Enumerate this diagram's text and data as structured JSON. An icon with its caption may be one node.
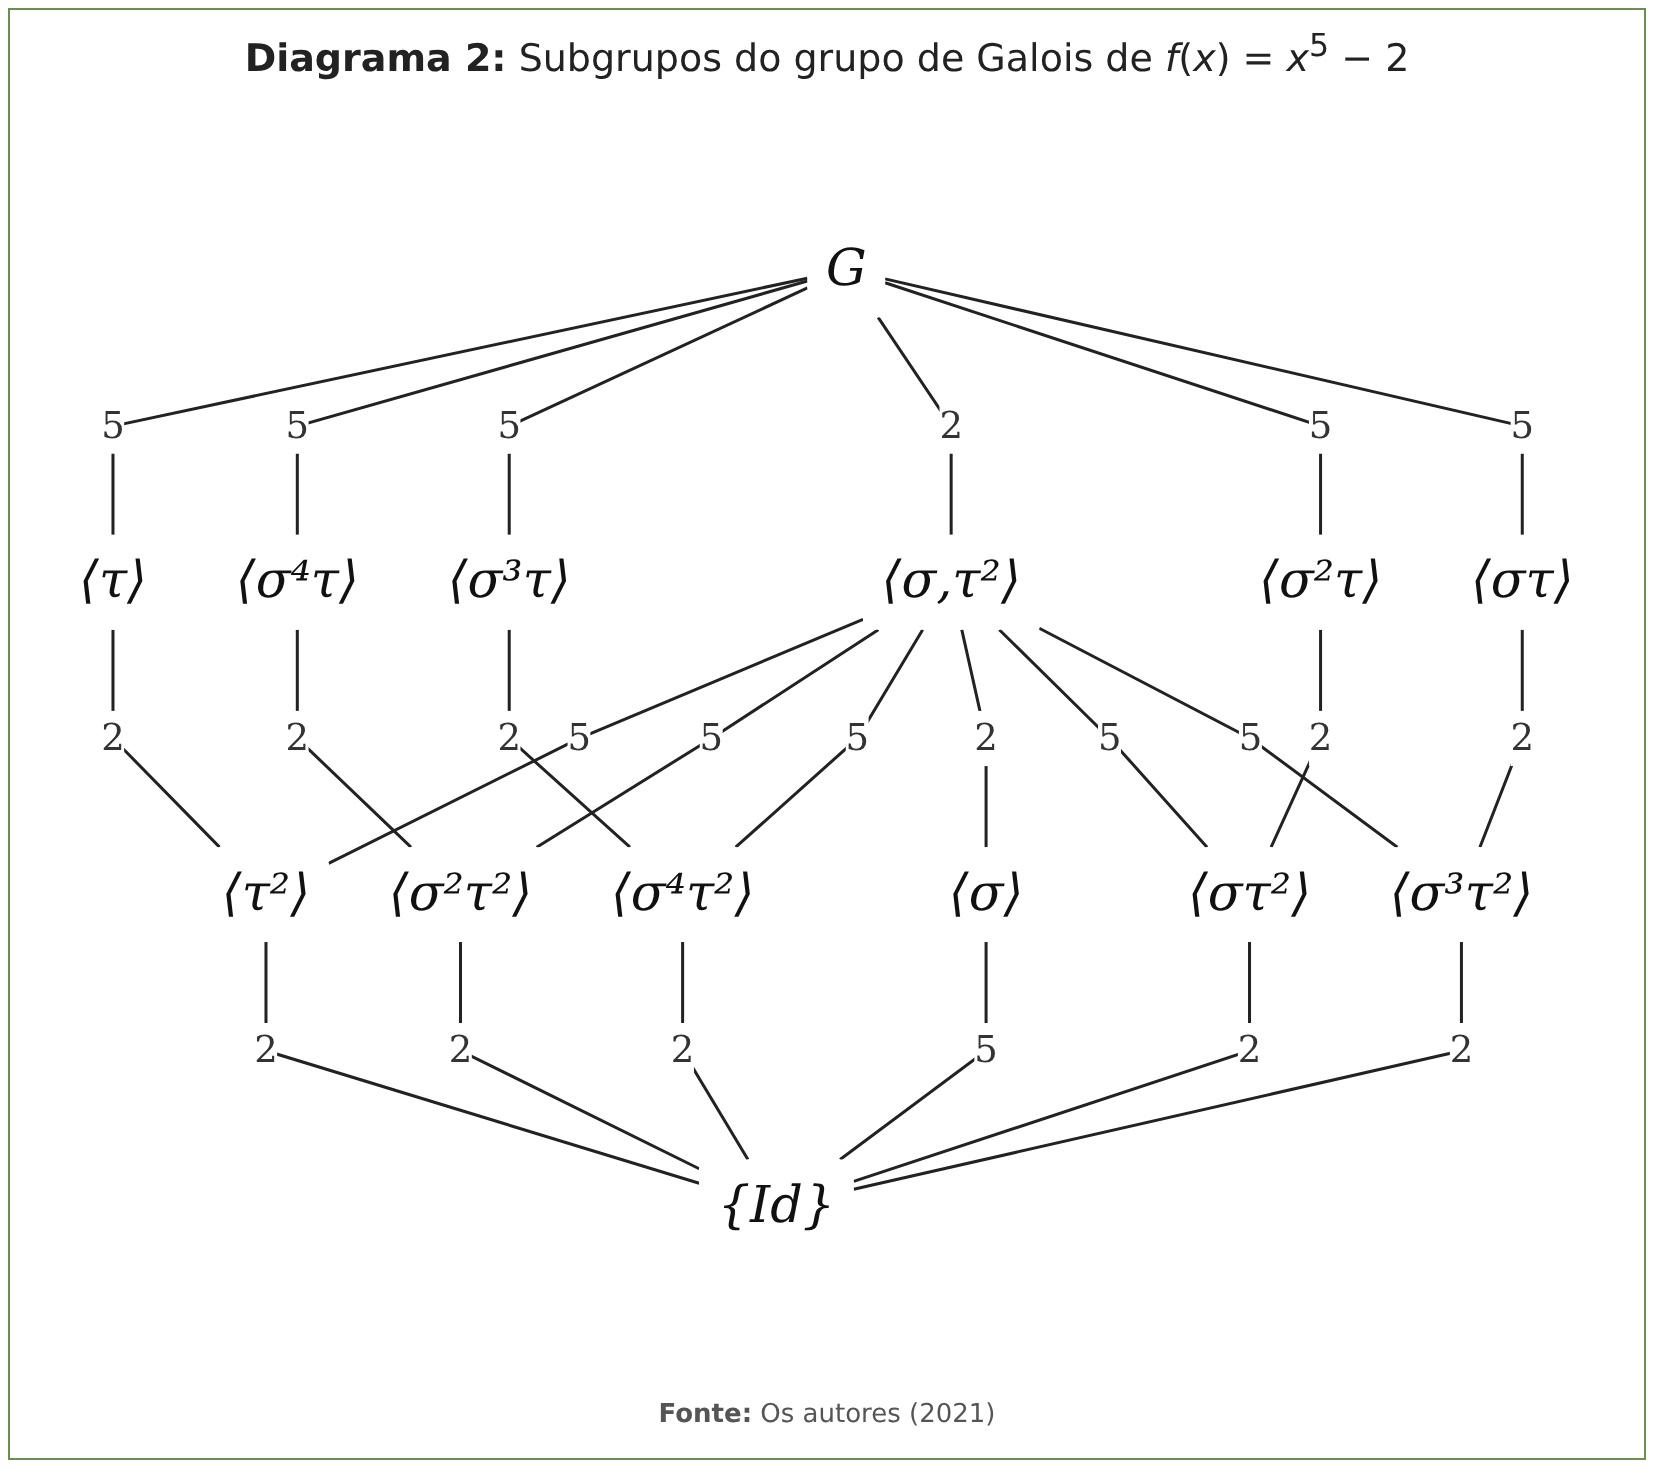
{
  "diagram": {
    "title": "**Diagrama 2:** Subgrupos do grupo de Galois de *f*(*x*) = *x*$^{5}$ − 2",
    "caption": "**Fonte:** Os autores (2021)",
    "nodes": [
      {
        "text": [
          "G"
        ]
      },
      {
        "text": [
          "⟨σ,τ²⟩"
        ]
      },
      {
        "text": [
          "⟨σ⟩"
        ]
      },
      {
        "text": [
          "⟨τ⟩"
        ]
      },
      {
        "text": [
          "⟨σ⁴τ⟩"
        ]
      },
      {
        "text": [
          "⟨σ³τ⟩"
        ]
      },
      {
        "text": [
          "⟨σ²τ⟩"
        ]
      },
      {
        "text": [
          "⟨στ⟩"
        ]
      },
      {
        "text": [
          "⟨τ²⟩"
        ]
      },
      {
        "text": [
          "⟨σ²τ²⟩"
        ]
      },
      {
        "text": [
          "⟨σ⁴τ²⟩"
        ]
      },
      {
        "text": [
          "⟨στ²⟩"
        ]
      },
      {
        "text": [
          "⟨σ³τ²⟩"
        ]
      },
      {
        "text": [
          "{Id}"
        ]
      }
    ],
    "edges": [
      {
        "from": 0,
        "to": 3,
        "arrow": "none",
        "label": "5"
      },
      {
        "from": 0,
        "to": 4,
        "arrow": "none",
        "label": "5"
      },
      {
        "from": 0,
        "to": 5,
        "arrow": "none",
        "label": "5"
      },
      {
        "from": 0,
        "to": 1,
        "arrow": "none",
        "label": "2"
      },
      {
        "from": 0,
        "to": 6,
        "arrow": "none",
        "label": "5"
      },
      {
        "from": 0,
        "to": 7,
        "arrow": "none",
        "label": "5"
      },
      {
        "from": 1,
        "to": 8,
        "arrow": "none",
        "label": "5"
      },
      {
        "from": 1,
        "to": 9,
        "arrow": "none",
        "label": "5"
      },
      {
        "from": 1,
        "to": 10,
        "arrow": "none",
        "label": "5"
      },
      {
        "from": 1,
        "to": 2,
        "arrow": "none",
        "label": "2"
      },
      {
        "from": 1,
        "to": 11,
        "arrow": "none",
        "label": "5"
      },
      {
        "from": 1,
        "to": 12,
        "arrow": "none",
        "label": "5"
      },
      {
        "from": 3,
        "to": 8,
        "arrow": "none",
        "label": "2"
      },
      {
        "from": 4,
        "to": 9,
        "arrow": "none",
        "label": "2"
      },
      {
        "from": 5,
        "to": 10,
        "arrow": "none",
        "label": "2"
      },
      {
        "from": 6,
        "to": 11,
        "arrow": "none",
        "label": "2"
      },
      {
        "from": 7,
        "to": 12,
        "arrow": "none",
        "label": "2"
      },
      {
        "from": 2,
        "to": 13,
        "arrow": "none",
        "label": "5"
      },
      {
        "from": 8,
        "to": 13,
        "arrow": "none",
        "label": "2"
      },
      {
        "from": 9,
        "to": 13,
        "arrow": "none",
        "label": "2"
      },
      {
        "from": 10,
        "to": 13,
        "arrow": "none",
        "label": "2"
      },
      {
        "from": 11,
        "to": 13,
        "arrow": "none",
        "label": "2"
      },
      {
        "from": 12,
        "to": 13,
        "arrow": "none",
        "label": "2"
      }
    ]
  }
}
